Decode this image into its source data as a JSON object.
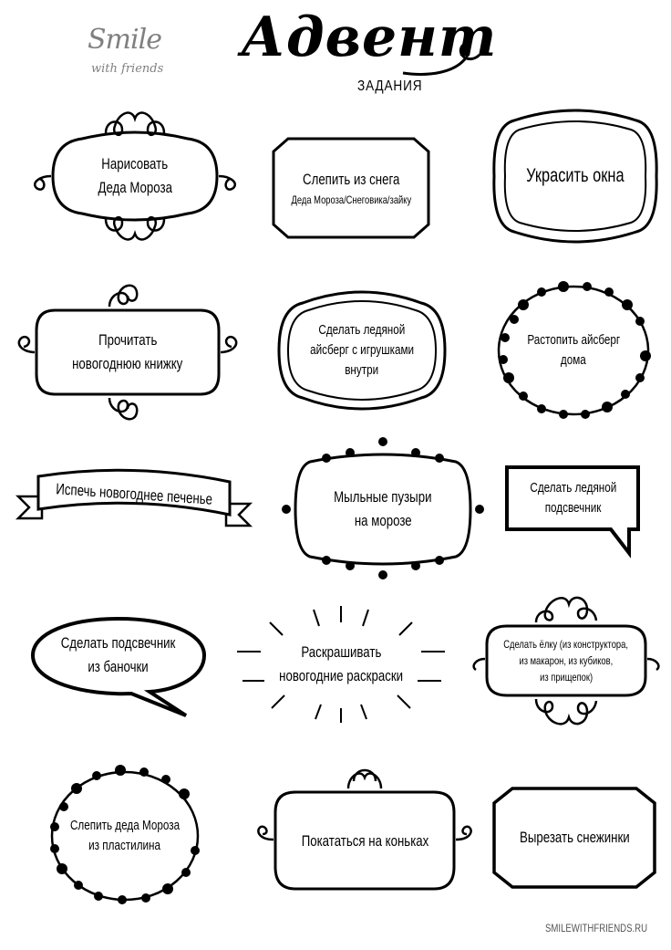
{
  "logo": {
    "main": "Smile",
    "sub": "with friends"
  },
  "title": {
    "main": "Адвент",
    "sub": "ЗАДАНИЯ"
  },
  "tasks": [
    {
      "lines": [
        "Нарисовать",
        "Деда Мороза"
      ]
    },
    {
      "lines": [
        "Слепить из снега",
        "Деда Мороза/Снеговика/зайку"
      ]
    },
    {
      "lines": [
        "Украсить окна"
      ]
    },
    {
      "lines": [
        "Прочитать",
        "новогоднюю книжку"
      ]
    },
    {
      "lines": [
        "Сделать ледяной",
        "айсберг с игрушками",
        "внутри"
      ]
    },
    {
      "lines": [
        "Растопить айсберг",
        "дома"
      ]
    },
    {
      "lines": [
        "Испечь новогоднее печенье"
      ]
    },
    {
      "lines": [
        "Мыльные пузыри",
        "на морозе"
      ]
    },
    {
      "lines": [
        "Сделать ледяной",
        "подсвечник"
      ]
    },
    {
      "lines": [
        "Сделать подсвечник",
        "из баночки"
      ]
    },
    {
      "lines": [
        "Раскрашивать",
        "новогодние раскраски"
      ]
    },
    {
      "lines": [
        "Сделать ёлку (из конструктора,",
        "из макарон, из кубиков,",
        "из прищепок)"
      ]
    },
    {
      "lines": [
        "Слепить деда Мороза",
        "из пластилина"
      ]
    },
    {
      "lines": [
        "Покататься на коньках"
      ]
    },
    {
      "lines": [
        "Вырезать снежинки"
      ]
    }
  ],
  "footer": "SMILEWITHFRIENDS.RU"
}
